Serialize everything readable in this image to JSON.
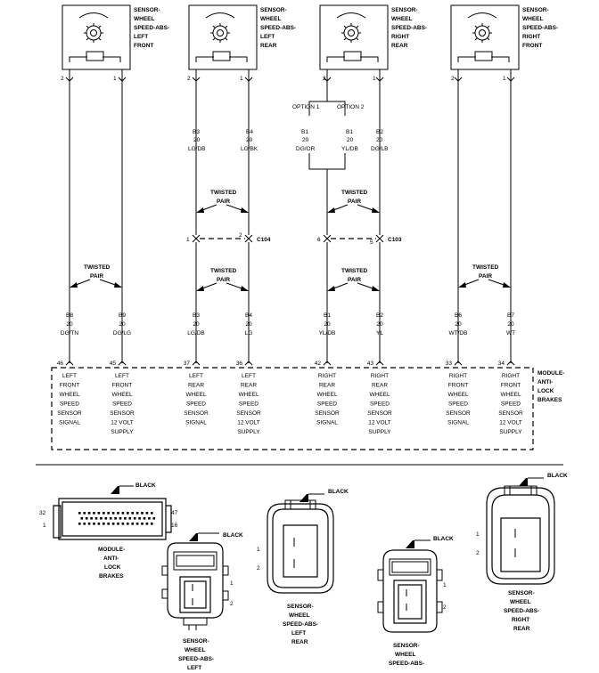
{
  "sensors": [
    {
      "id": "lf",
      "label": [
        "SENSOR-",
        "WHEEL",
        "SPEED-ABS-",
        "LEFT",
        "FRONT"
      ],
      "pins": [
        "2",
        "1"
      ]
    },
    {
      "id": "lr",
      "label": [
        "SENSOR-",
        "WHEEL",
        "SPEED-ABS-",
        "LEFT",
        "REAR"
      ],
      "pins": [
        "2",
        "1"
      ]
    },
    {
      "id": "rr",
      "label": [
        "SENSOR-",
        "WHEEL",
        "SPEED-ABS-",
        "RIGHT",
        "REAR"
      ],
      "pins": [
        "2",
        "1"
      ]
    },
    {
      "id": "rf",
      "label": [
        "SENSOR-",
        "WHEEL",
        "SPEED-ABS-",
        "RIGHT",
        "FRONT"
      ],
      "pins": [
        "2",
        "1"
      ]
    }
  ],
  "options": [
    "OPTION 1",
    "OPTION 2"
  ],
  "upper_wires": [
    {
      "circuit": "B3",
      "gauge": "20",
      "color": "LG/DB"
    },
    {
      "circuit": "B4",
      "gauge": "20",
      "color": "LG/BK"
    },
    {
      "circuit": "B1",
      "gauge": "20",
      "color": "DG/OR"
    },
    {
      "circuit": "B1",
      "gauge": "20",
      "color": "YL/DB"
    },
    {
      "circuit": "B2",
      "gauge": "20",
      "color": "DG/LB"
    }
  ],
  "twisted_pair": "TWISTED\nPAIR",
  "connectors": [
    {
      "name": "C104",
      "pins": [
        "1",
        "2"
      ]
    },
    {
      "name": "C103",
      "pins": [
        "6",
        "5"
      ]
    }
  ],
  "lower_wires": [
    {
      "circuit": "B8",
      "gauge": "20",
      "color": "DG/TN",
      "pin": "46",
      "func": [
        "LEFT",
        "FRONT",
        "WHEEL",
        "SPEED",
        "SENSOR",
        "SIGNAL"
      ]
    },
    {
      "circuit": "B9",
      "gauge": "20",
      "color": "DG/LG",
      "pin": "45",
      "func": [
        "LEFT",
        "FRONT",
        "WHEEL",
        "SPEED",
        "SENSOR",
        "12 VOLT",
        "SUPPLY"
      ]
    },
    {
      "circuit": "B3",
      "gauge": "20",
      "color": "LG/DB",
      "pin": "37",
      "func": [
        "LEFT",
        "REAR",
        "WHEEL",
        "SPEED",
        "SENSOR",
        "SIGNAL"
      ]
    },
    {
      "circuit": "B4",
      "gauge": "20",
      "color": "LG",
      "pin": "36",
      "func": [
        "LEFT",
        "REAR",
        "WHEEL",
        "SPEED",
        "SENSOR",
        "12 VOLT",
        "SUPPLY"
      ]
    },
    {
      "circuit": "B1",
      "gauge": "20",
      "color": "YL/DB",
      "pin": "42",
      "func": [
        "RIGHT",
        "REAR",
        "WHEEL",
        "SPEED",
        "SENSOR",
        "SIGNAL"
      ]
    },
    {
      "circuit": "B2",
      "gauge": "20",
      "color": "YL",
      "pin": "43",
      "func": [
        "RIGHT",
        "REAR",
        "WHEEL",
        "SPEED",
        "SENSOR",
        "12 VOLT",
        "SUPPLY"
      ]
    },
    {
      "circuit": "B6",
      "gauge": "20",
      "color": "WT/DB",
      "pin": "33",
      "func": [
        "RIGHT",
        "FRONT",
        "WHEEL",
        "SPEED",
        "SENSOR",
        "SIGNAL"
      ]
    },
    {
      "circuit": "B7",
      "gauge": "20",
      "color": "WT",
      "pin": "34",
      "func": [
        "RIGHT",
        "FRONT",
        "WHEEL",
        "SPEED",
        "SENSOR",
        "12 VOLT",
        "SUPPLY"
      ]
    }
  ],
  "module_label": [
    "MODULE-",
    "ANTI-",
    "LOCK",
    "BRAKES"
  ],
  "connector_views": {
    "color_label": "BLACK",
    "module": {
      "label": [
        "MODULE-",
        "ANTI-",
        "LOCK",
        "BRAKES"
      ],
      "pins": [
        "32",
        "1",
        "47",
        "16"
      ]
    },
    "lf": {
      "label": [
        "SENSOR-",
        "WHEEL",
        "SPEED-ABS-",
        "LEFT"
      ],
      "pins": [
        "1",
        "2"
      ]
    },
    "lr": {
      "label": [
        "SENSOR-",
        "WHEEL",
        "SPEED-ABS-",
        "LEFT",
        "REAR"
      ],
      "pins": [
        "1",
        "2"
      ]
    },
    "rr": {
      "label": [
        "SENSOR-",
        "WHEEL",
        "SPEED-ABS-"
      ],
      "pins": [
        "1",
        "2"
      ]
    },
    "rf": {
      "label": [
        "SENSOR-",
        "WHEEL",
        "SPEED-ABS-",
        "RIGHT",
        "REAR"
      ],
      "pins": [
        "1",
        "2"
      ]
    }
  }
}
